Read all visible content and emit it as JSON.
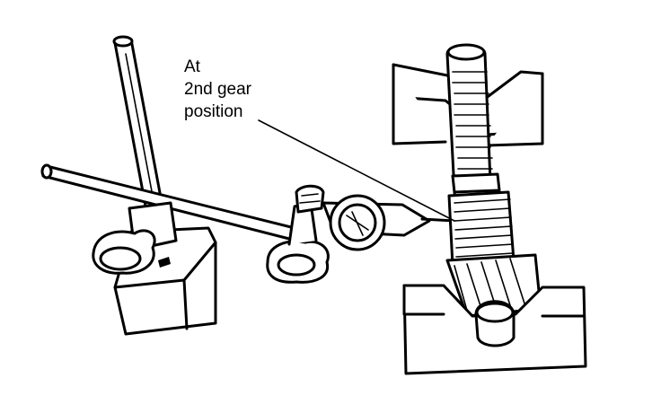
{
  "callout": {
    "line1": "At",
    "line2": "2nd gear",
    "line3": "position"
  }
}
